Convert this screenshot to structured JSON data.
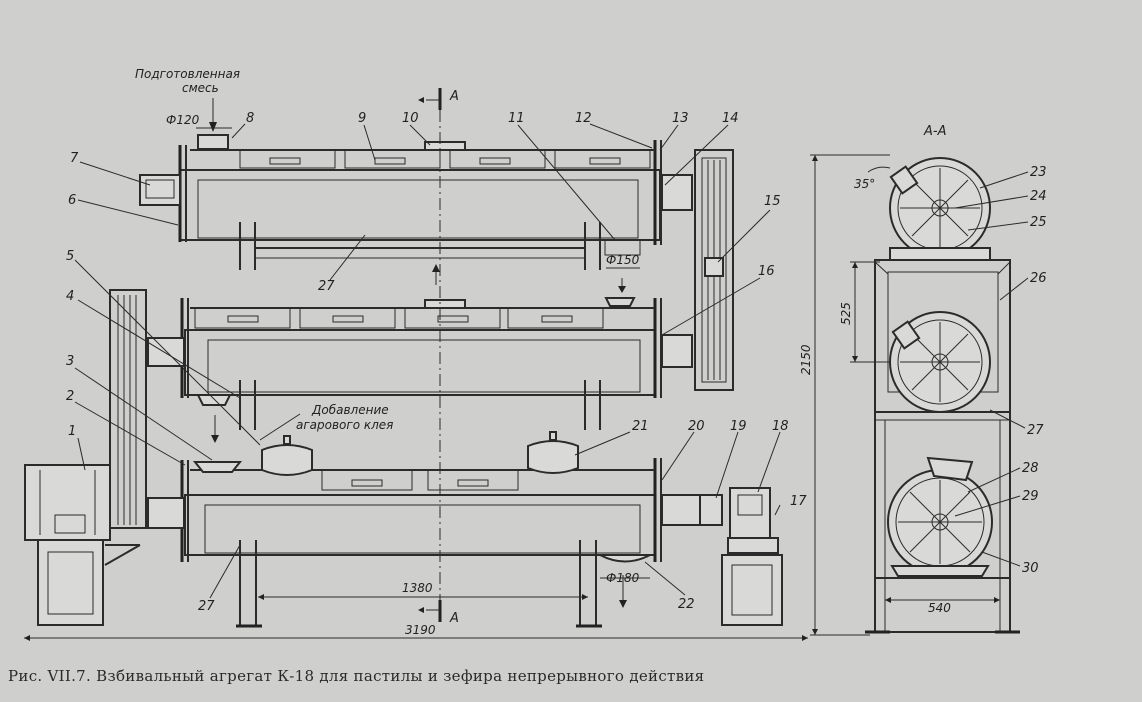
{
  "caption": "Рис. VII.7. Взбивальный агрегат К-18 для пастилы и зефира непрерывного действия",
  "notes": {
    "mix_line1": "Подготовленная",
    "mix_line2": "смесь",
    "agar_line1": "Добавление",
    "agar_line2": "агарового клея"
  },
  "section": {
    "cut_letter": "A",
    "title": "A-A"
  },
  "dimensions": {
    "d120": "Ф120",
    "d150": "Ф150",
    "d180": "Ф180",
    "len_1380": "1380",
    "len_3190": "3190",
    "h_2150": "2150",
    "h_525": "525",
    "w_540": "540",
    "angle_35": "35°"
  },
  "callouts": {
    "n1": "1",
    "n2": "2",
    "n3": "3",
    "n4": "4",
    "n5": "5",
    "n6": "6",
    "n7": "7",
    "n8": "8",
    "n9": "9",
    "n10": "10",
    "n11": "11",
    "n12": "12",
    "n13": "13",
    "n14": "14",
    "n15": "15",
    "n16": "16",
    "n17": "17",
    "n18": "18",
    "n19": "19",
    "n20": "20",
    "n21": "21",
    "n22": "22",
    "n23": "23",
    "n24": "24",
    "n25": "25",
    "n26": "26",
    "n27a": "27",
    "n27b": "27",
    "n27c": "27",
    "n28": "28",
    "n29": "29",
    "n30": "30"
  }
}
